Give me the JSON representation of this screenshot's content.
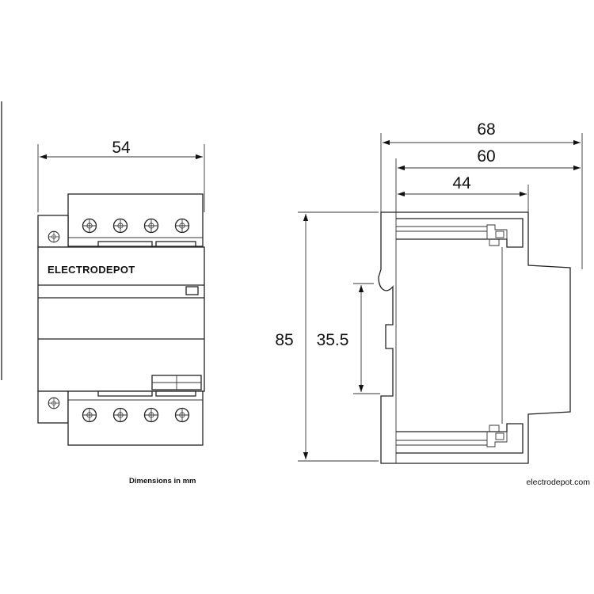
{
  "front_view": {
    "brand_label": "ELECTRODEPOT",
    "width_dim": "54",
    "terminal_icon": "screw-terminal-icon"
  },
  "side_view": {
    "dims": {
      "overall_depth": "68",
      "mid_depth": "60",
      "front_depth": "44",
      "height": "85",
      "rail_height": "35.5"
    }
  },
  "footer": {
    "units_note": "Dimensions in mm",
    "website": "electrodepot.com"
  }
}
